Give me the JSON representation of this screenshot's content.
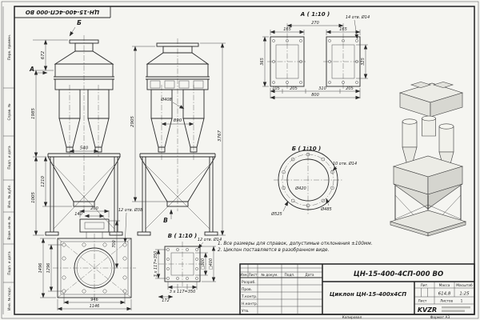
{
  "frame": {
    "top_code": "ЦН-15-400-4СП-000 ВО",
    "side_labels": [
      "Перв. примен.",
      "Справ. №",
      "Подп. и дата",
      "Инв. № дубл.",
      "Взам. инв. №",
      "Подп. и дата",
      "Инв. № подл."
    ]
  },
  "views": {
    "front": {
      "label_a": "А",
      "label_b": "Б",
      "dim_672": "672",
      "dim_1985": "1985",
      "dim_1210": "1210",
      "dim_1005": "1005",
      "dim_540": "540"
    },
    "side": {
      "label_v": "В",
      "dim_3767": "3767",
      "dim_2905": "2905",
      "dim_890": "890",
      "dim_408": "Ø408"
    },
    "detail_a": {
      "label": "А ( 1:10 )",
      "holes": "14 отв. Ø14",
      "dim_165l": "165",
      "dim_270": "270",
      "dim_165r": "165",
      "dim_365": "365",
      "dim_325": "325",
      "dim_105": "105",
      "dim_205l": "205",
      "dim_310": "310",
      "dim_205r": "205",
      "dim_800": "800"
    },
    "detail_b": {
      "label": "Б ( 1:10 )",
      "holes": "10 отв. Ø14",
      "dim_outer": "Ø525",
      "dim_inner": "Ø420",
      "dim_bolt": "Ø485"
    },
    "detail_v": {
      "label": "В ( 1:10 )",
      "holes": "12 отв. Ø14",
      "dim_bottom": "3 х 117=350",
      "dim_side": "3 х 117=350",
      "dim_172": "172",
      "dim_300": "□300",
      "dim_400": "□400"
    },
    "base": {
      "holes": "12 отв. Ø38",
      "dim_200": "200",
      "dim_140": "140",
      "dim_700": "700",
      "dim_946": "946",
      "dim_1146": "1146",
      "dim_1296": "1296",
      "dim_1496": "1496"
    }
  },
  "notes": [
    "1. Все размеры для справок, допустимые отклонения ±100мм.",
    "2. Циклон поставляется в разобранном виде."
  ],
  "title_block": {
    "doc_code": "ЦН-15-400-4СП-000 ВО",
    "product_name": "Циклон ЦН-15-400х4СП",
    "header": [
      "Изм.",
      "Лист",
      "№ докум.",
      "Подп.",
      "Дата"
    ],
    "rows": [
      "Разраб.",
      "Пров.",
      "Т.контр.",
      "Н.контр.",
      "Утв."
    ],
    "lit_label": "Лит.",
    "mass_label": "Масса",
    "scale_label": "Масштаб",
    "mass_value": "614,8",
    "scale_value": "1:25",
    "sheet_label": "Лист",
    "sheets_label": "Листов",
    "sheets_value": "1",
    "logo_text": "KVZR",
    "copied_label": "Копировал",
    "format_label": "Формат А3"
  }
}
